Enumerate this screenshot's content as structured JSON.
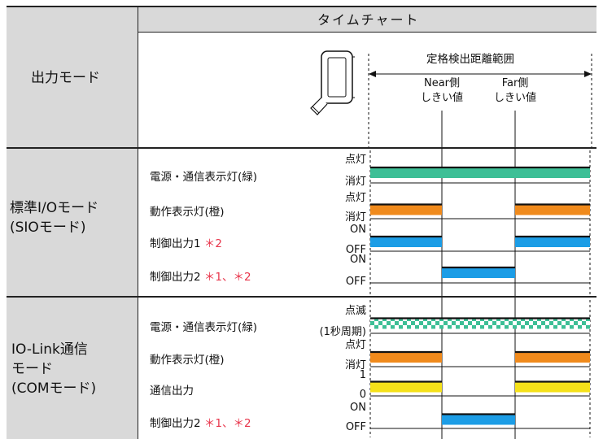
{
  "header": {
    "mode_col": "出力モード",
    "chart_col": "タイムチャート"
  },
  "diagram": {
    "range_label": "定格検出距離範囲",
    "near_label_1": "Near側",
    "near_label_2": "しきい値",
    "far_label_1": "Far側",
    "far_label_2": "しきい値"
  },
  "sections": [
    {
      "mode_lines": [
        "標準I/Oモード",
        "(SIOモード)"
      ],
      "rows": [
        {
          "label": "電源・通信表示灯(緑)",
          "mark": "",
          "state_on": "点灯",
          "state_off": "消灯",
          "color": "#3dbf96",
          "pattern": "always"
        },
        {
          "label": "動作表示灯(橙)",
          "mark": "",
          "state_on": "点灯",
          "state_off": "消灯",
          "color": "#f08a1c",
          "pattern": "outside"
        },
        {
          "label": "制御出力1",
          "mark": "＊2",
          "state_on": "ON",
          "state_off": "OFF",
          "color": "#1c9de6",
          "pattern": "outside"
        },
        {
          "label": "制御出力2",
          "mark": "＊1、＊2",
          "state_on": "ON",
          "state_off": "OFF",
          "color": "#1c9de6",
          "pattern": "inside"
        }
      ]
    },
    {
      "mode_lines": [
        "IO-Link通信",
        "モード",
        "(COMモード)"
      ],
      "rows": [
        {
          "label": "電源・通信表示灯(緑)",
          "mark": "",
          "state_on": "点滅",
          "state_off": "(1秒周期)",
          "color": "#3dbf96",
          "pattern": "blink"
        },
        {
          "label": "動作表示灯(橙)",
          "mark": "",
          "state_on": "点灯",
          "state_off": "消灯",
          "color": "#f08a1c",
          "pattern": "outside"
        },
        {
          "label": "通信出力",
          "mark": "",
          "state_on": "1",
          "state_off": "0",
          "color": "#f5e11a",
          "pattern": "outside"
        },
        {
          "label": "制御出力2",
          "mark": "＊1、＊2",
          "state_on": "ON",
          "state_off": "OFF",
          "color": "#1c9de6",
          "pattern": "inside"
        }
      ]
    }
  ]
}
